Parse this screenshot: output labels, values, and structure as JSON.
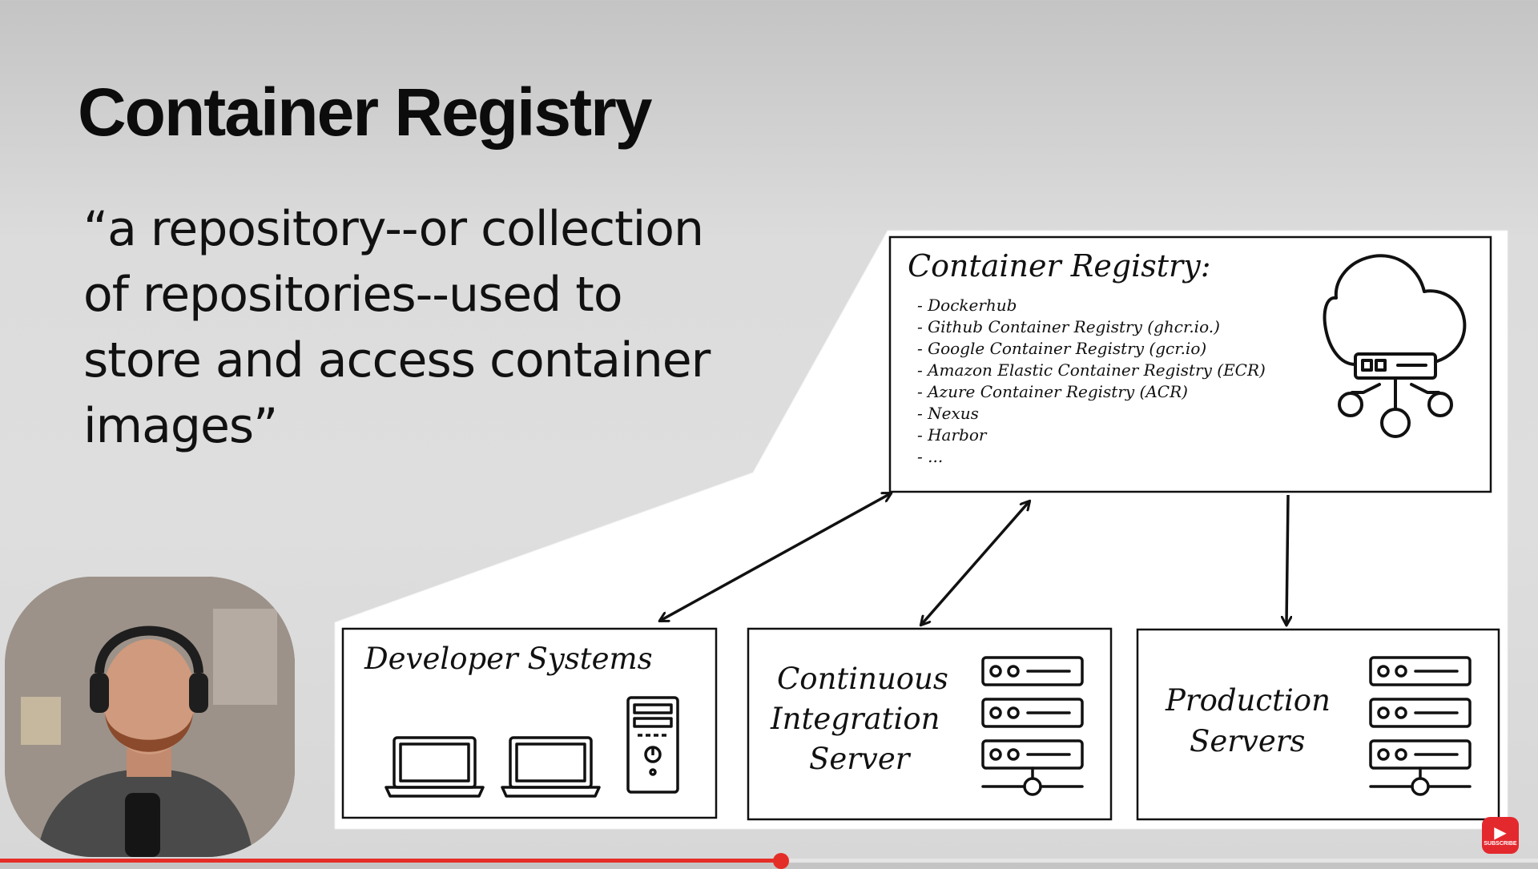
{
  "slide": {
    "title": "Container Registry",
    "quote_lines": [
      "“a repository--or collection",
      "of repositories--used to",
      "store and access container",
      "images”"
    ]
  },
  "diagram": {
    "registry_title": "Container Registry:",
    "registry_items": [
      "- Dockerhub",
      "- Github Container Registry (ghcr.io.)",
      "- Google Container Registry (gcr.io)",
      "- Amazon Elastic Container Registry (ECR)",
      "- Azure Container Registry (ACR)",
      "- Nexus",
      "- Harbor",
      "- ..."
    ],
    "developer_label": "Developer Systems",
    "ci_label_lines": [
      "Continuous",
      "Integration",
      "Server"
    ],
    "prod_label_lines": [
      "Production",
      "Servers"
    ]
  },
  "icons": {
    "registry": "cloud-network-icon",
    "laptop": "laptop-icon",
    "desktop": "desktop-tower-icon",
    "server_rack": "server-rack-icon"
  },
  "video": {
    "progress": 0.508,
    "subscribe_label": "SUBSCRIBE"
  },
  "colors": {
    "accent": "#e52d27",
    "ink": "#111111",
    "paper": "#ffffff"
  }
}
